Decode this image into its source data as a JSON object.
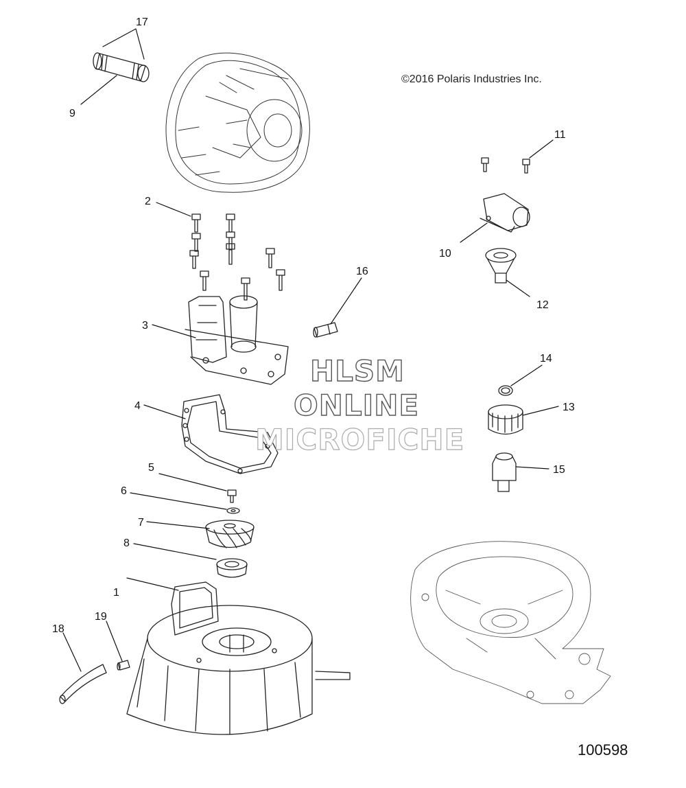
{
  "copyright": "©2016 Polaris Industries Inc.",
  "drawing_number": "100598",
  "watermark": {
    "line1": "HLSM",
    "line2": "ONLINE",
    "line3": "MICROFICHE"
  },
  "callouts": [
    "1",
    "2",
    "3",
    "4",
    "5",
    "6",
    "7",
    "8",
    "9",
    "10",
    "11",
    "12",
    "13",
    "14",
    "15",
    "16",
    "17",
    "18",
    "19"
  ]
}
